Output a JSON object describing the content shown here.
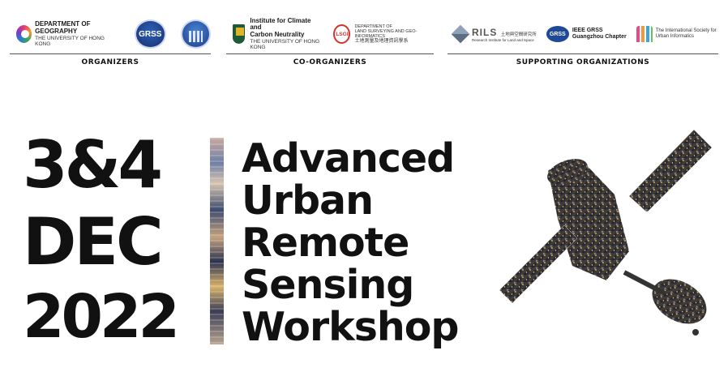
{
  "header": {
    "organizers": {
      "caption": "ORGANIZERS",
      "hku_geo_name": "DEPARTMENT OF GEOGRAPHY",
      "hku_geo_sub": "THE UNIVERSITY OF HONG KONG",
      "grss_label": "GRSS"
    },
    "co_organizers": {
      "caption": "CO-ORGANIZERS",
      "icc_name_1": "Institute for Climate and",
      "icc_name_2": "Carbon Neutrality",
      "icc_sub": "THE UNIVERSITY OF HONG KONG",
      "lsgi_mark": "LSGI",
      "lsgi_line_1": "DEPARTMENT OF",
      "lsgi_line_2": "LAND SURVEYING AND GEO-INFORMATICS",
      "lsgi_line_3": "土地測量及地理資訊學系"
    },
    "supporting": {
      "caption": "SUPPORTING ORGANIZATIONS",
      "rils_word": "RILS",
      "rils_cn": "土地與空間研究所",
      "rils_en": "Research Institute for Land and Space",
      "grss_small": "GRSS",
      "grss_gz_1": "IEEE GRSS",
      "grss_gz_2": "Guangzhou Chapter",
      "isui_1": "The International Society for",
      "isui_2": "Urban Informatics"
    }
  },
  "event": {
    "date_line_1": "3&4",
    "date_line_2": "DEC",
    "date_line_3": "2022",
    "title_lines": [
      "Advanced",
      "Urban",
      "Remote",
      "Sensing",
      "Workshop"
    ]
  },
  "colors": {
    "text": "#111111",
    "rule": "#555555",
    "background": "#ffffff"
  }
}
